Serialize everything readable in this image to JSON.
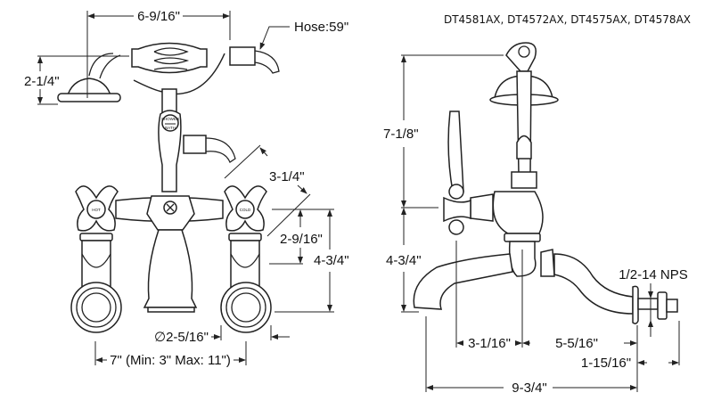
{
  "models": "DT4581AX, DT4572AX, DT4575AX, DT4578AX",
  "front_view": {
    "width_handshower": "6-9/16\"",
    "hose": "Hose:59\"",
    "handshower_height": "2-1/4\"",
    "spout_reach": "3-1/4\"",
    "handle_height": "2-9/16\"",
    "overall_height": "4-3/4\"",
    "flange_diameter": "∅2-5/16\"",
    "centers": "7\" (Min: 3\" Max: 11\")",
    "diverter_label_top": "SHOWER",
    "diverter_label_bottom": "BATH",
    "hot_label": "HOT",
    "cold_label": "COLD"
  },
  "side_view": {
    "cradle_height": "7-1/8\"",
    "body_height": "4-3/4\"",
    "handle_offset": "3-1/16\"",
    "spout_offset": "5-5/16\"",
    "shank_length": "1-15/16\"",
    "overall_depth": "9-3/4\"",
    "thread": "1/2-14 NPS"
  }
}
